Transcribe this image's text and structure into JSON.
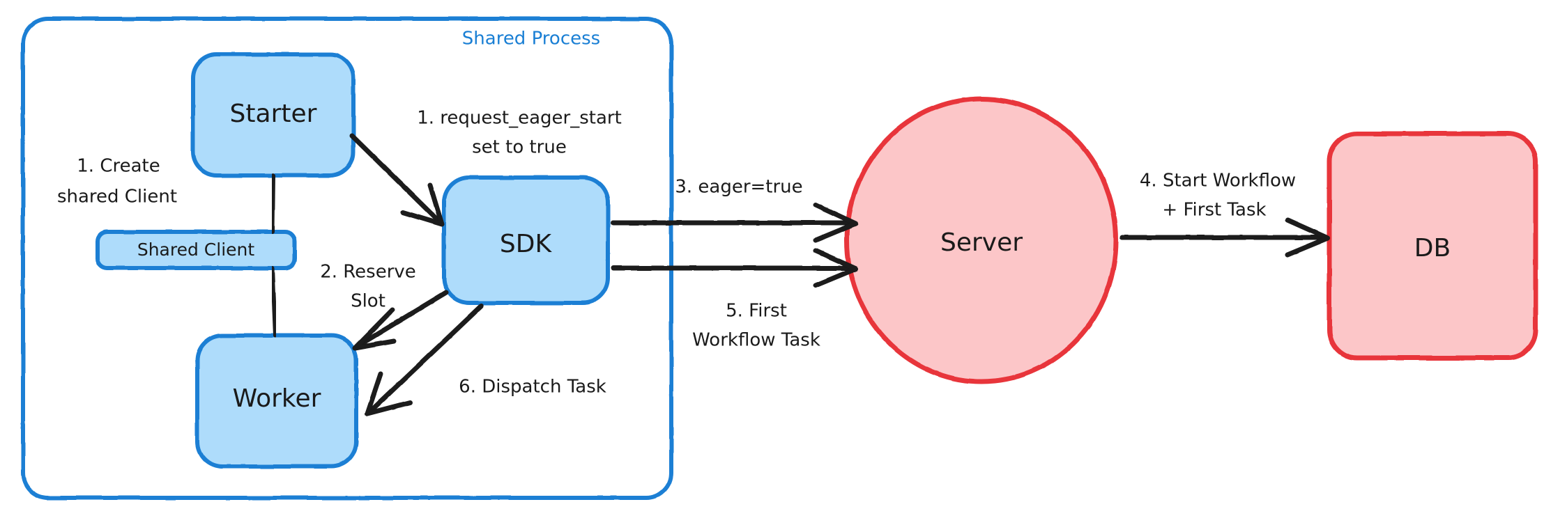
{
  "diagram": {
    "title": "Eager Workflow Start sequence",
    "colors": {
      "blue_stroke": "#1a7fd4",
      "blue_fill": "#aedcfb",
      "red_stroke": "#e8353a",
      "red_fill": "#fcc6c8",
      "arrow": "#1a1a1a",
      "text": "#1a1a1a",
      "background": "#ffffff"
    },
    "groups": [
      {
        "id": "shared-process",
        "label": "Shared Process",
        "label_color": "#1a7fd4"
      }
    ],
    "nodes": [
      {
        "id": "starter",
        "label": "Starter",
        "shape": "rounded-rect",
        "fill": "#aedcfb",
        "stroke": "#1a7fd4"
      },
      {
        "id": "shared-client",
        "label": "Shared Client",
        "shape": "rounded-rect",
        "fill": "#aedcfb",
        "stroke": "#1a7fd4"
      },
      {
        "id": "worker",
        "label": "Worker",
        "shape": "rounded-rect",
        "fill": "#aedcfb",
        "stroke": "#1a7fd4"
      },
      {
        "id": "sdk",
        "label": "SDK",
        "shape": "rounded-rect",
        "fill": "#aedcfb",
        "stroke": "#1a7fd4"
      },
      {
        "id": "server",
        "label": "Server",
        "shape": "ellipse",
        "fill": "#fcc6c8",
        "stroke": "#e8353a"
      },
      {
        "id": "db",
        "label": "DB",
        "shape": "rounded-rect",
        "fill": "#fcc6c8",
        "stroke": "#e8353a"
      }
    ],
    "edges": [
      {
        "id": "e1",
        "from": "starter",
        "to": "shared-client",
        "label_lines": [
          "1. Create",
          "shared Client"
        ],
        "arrow": false
      },
      {
        "id": "e2",
        "from": "starter",
        "to": "sdk",
        "label_lines": [
          "1. request_eager_start",
          "set to true"
        ],
        "arrow": true
      },
      {
        "id": "e3",
        "from": "sdk",
        "to": "worker",
        "label_lines": [
          "2. Reserve",
          "Slot"
        ],
        "arrow": true
      },
      {
        "id": "e4",
        "from": "sdk",
        "to": "server",
        "label_lines": [
          "3. eager=true"
        ],
        "arrow": true
      },
      {
        "id": "e5",
        "from": "server",
        "to": "db",
        "label_lines": [
          "4. Start Workflow",
          "+ First Task"
        ],
        "arrow": true
      },
      {
        "id": "e6",
        "from": "server",
        "to": "sdk",
        "label_lines": [
          "5. First",
          "Workflow Task"
        ],
        "arrow": true
      },
      {
        "id": "e7",
        "from": "sdk",
        "to": "worker",
        "label_lines": [
          "6. Dispatch Task"
        ],
        "arrow": true
      },
      {
        "id": "e8",
        "from": "shared-client",
        "to": "worker",
        "label_lines": [],
        "arrow": false
      }
    ],
    "labels": {
      "shared_process": "Shared Process",
      "starter": "Starter",
      "shared_client": "Shared Client",
      "worker": "Worker",
      "sdk": "SDK",
      "server": "Server",
      "db": "DB",
      "e_create_l1": "1. Create",
      "e_create_l2": "shared Client",
      "e_eager_l1": "1. request_eager_start",
      "e_eager_l2": "set to true",
      "e_reserve_l1": "2. Reserve",
      "e_reserve_l2": "Slot",
      "e_eagertrue": "3. eager=true",
      "e_startwf_l1": "4. Start Workflow",
      "e_startwf_l2": "+ First Task",
      "e_firsttask_l1": "5. First",
      "e_firsttask_l2": "Workflow Task",
      "e_dispatch": "6. Dispatch Task"
    }
  }
}
